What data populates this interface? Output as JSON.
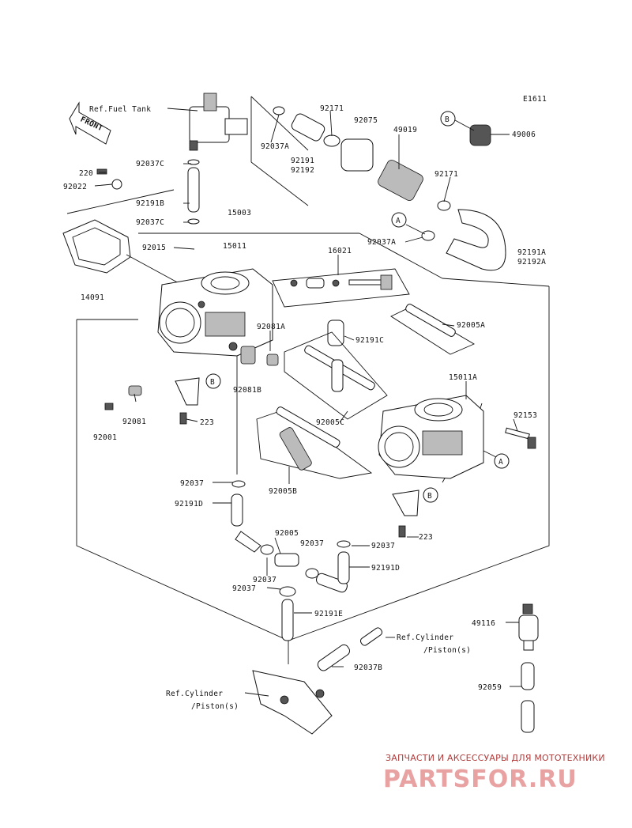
{
  "diagram": {
    "code": "E1611",
    "front": "FRONT",
    "labels": {
      "ref_fuel_tank": "Ref.Fuel Tank",
      "l_92037c_1": "92037C",
      "l_220": "220",
      "l_92022": "92022",
      "l_92191b": "92191B",
      "l_92037c_2": "92037C",
      "l_92037a_1": "92037A",
      "l_92191_92192_a": "92191",
      "l_92191_92192_b": "92192",
      "l_92171_1": "92171",
      "l_92075": "92075",
      "l_49019": "49019",
      "l_49006": "49006",
      "l_92171_2": "92171",
      "l_92037a_2": "92037A",
      "l_92191a": "92191A",
      "l_92192a": "92192A",
      "l_15003": "15003",
      "l_15011": "15011",
      "l_92015": "92015",
      "l_16021": "16021",
      "l_14091": "14091",
      "l_92081a": "92081A",
      "l_92191c": "92191C",
      "l_92005a": "92005A",
      "l_92081b": "92081B",
      "l_15011a": "15011A",
      "l_92081": "92081",
      "l_92001": "92001",
      "l_223_1": "223",
      "l_92005c": "92005C",
      "l_92153": "92153",
      "l_92005b": "92005B",
      "l_92037_1": "92037",
      "l_92191d_1": "92191D",
      "l_92005": "92005",
      "l_92037_2": "92037",
      "l_92037_3": "92037",
      "l_92191d_2": "92191D",
      "l_223_2": "223",
      "l_92037_4": "92037",
      "l_92037_5": "92037",
      "l_92191e": "92191E",
      "l_49116": "49116",
      "ref_cyl_1a": "Ref.Cylinder",
      "ref_cyl_1b": "/Piston(s)",
      "l_92037b": "92037B",
      "l_92059": "92059",
      "ref_cyl_2a": "Ref.Cylinder",
      "ref_cyl_2b": "/Piston(s)"
    },
    "callouts": {
      "b_top": "B",
      "a_mid": "A",
      "b_left": "B",
      "a_right": "A",
      "b_right": "B"
    }
  },
  "watermark": {
    "tagline": "ЗАПЧАСТИ И АКСЕССУАРЫ ДЛЯ МОТОТЕХНИКИ",
    "logo": "PARTSFOR.RU"
  }
}
